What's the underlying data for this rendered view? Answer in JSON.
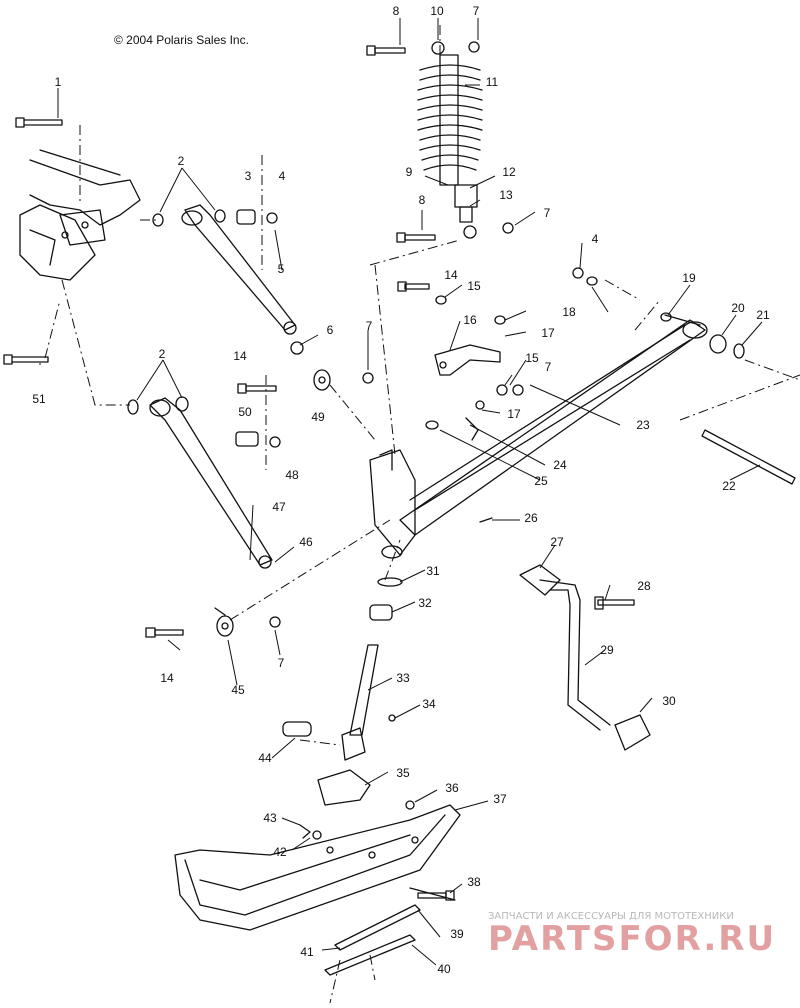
{
  "copyright": "© 2004 Polaris Sales Inc.",
  "callouts": [
    {
      "id": "c8a",
      "text": "8"
    },
    {
      "id": "c10",
      "text": "10"
    },
    {
      "id": "c7a",
      "text": "7"
    },
    {
      "id": "c1",
      "text": "1"
    },
    {
      "id": "c11",
      "text": "11"
    },
    {
      "id": "c2a",
      "text": "2"
    },
    {
      "id": "c3",
      "text": "3"
    },
    {
      "id": "c4a",
      "text": "4"
    },
    {
      "id": "c9",
      "text": "9"
    },
    {
      "id": "c12",
      "text": "12"
    },
    {
      "id": "c13",
      "text": "13"
    },
    {
      "id": "c8b",
      "text": "8"
    },
    {
      "id": "c7b",
      "text": "7"
    },
    {
      "id": "c4b",
      "text": "4"
    },
    {
      "id": "c5",
      "text": "5"
    },
    {
      "id": "c19",
      "text": "19"
    },
    {
      "id": "c14a",
      "text": "14"
    },
    {
      "id": "c15a",
      "text": "15"
    },
    {
      "id": "c18",
      "text": "18"
    },
    {
      "id": "c6",
      "text": "6"
    },
    {
      "id": "c7c",
      "text": "7"
    },
    {
      "id": "c16",
      "text": "16"
    },
    {
      "id": "c17a",
      "text": "17"
    },
    {
      "id": "c20",
      "text": "20"
    },
    {
      "id": "c21",
      "text": "21"
    },
    {
      "id": "c2b",
      "text": "2"
    },
    {
      "id": "c14b",
      "text": "14"
    },
    {
      "id": "c15b",
      "text": "15"
    },
    {
      "id": "c7d",
      "text": "7"
    },
    {
      "id": "c51",
      "text": "51"
    },
    {
      "id": "c49",
      "text": "49"
    },
    {
      "id": "c17b",
      "text": "17"
    },
    {
      "id": "c50",
      "text": "50"
    },
    {
      "id": "c23",
      "text": "23"
    },
    {
      "id": "c48",
      "text": "48"
    },
    {
      "id": "c24",
      "text": "24"
    },
    {
      "id": "c25",
      "text": "25"
    },
    {
      "id": "c22",
      "text": "22"
    },
    {
      "id": "c47",
      "text": "47"
    },
    {
      "id": "c26",
      "text": "26"
    },
    {
      "id": "c46",
      "text": "46"
    },
    {
      "id": "c27",
      "text": "27"
    },
    {
      "id": "c31",
      "text": "31"
    },
    {
      "id": "c28",
      "text": "28"
    },
    {
      "id": "c32",
      "text": "32"
    },
    {
      "id": "c14c",
      "text": "14"
    },
    {
      "id": "c7e",
      "text": "7"
    },
    {
      "id": "c45",
      "text": "45"
    },
    {
      "id": "c29",
      "text": "29"
    },
    {
      "id": "c33",
      "text": "33"
    },
    {
      "id": "c34",
      "text": "34"
    },
    {
      "id": "c30",
      "text": "30"
    },
    {
      "id": "c44",
      "text": "44"
    },
    {
      "id": "c35",
      "text": "35"
    },
    {
      "id": "c36",
      "text": "36"
    },
    {
      "id": "c37",
      "text": "37"
    },
    {
      "id": "c43",
      "text": "43"
    },
    {
      "id": "c42",
      "text": "42"
    },
    {
      "id": "c38",
      "text": "38"
    },
    {
      "id": "c39",
      "text": "39"
    },
    {
      "id": "c41",
      "text": "41"
    },
    {
      "id": "c40",
      "text": "40"
    }
  ],
  "watermark": {
    "tagline": "ЗАПЧАСТИ И АКСЕССУАРЫ ДЛЯ МОТОТЕХНИКИ",
    "brand": "PARTSFOR.RU",
    "color": "#e3a0a0"
  }
}
